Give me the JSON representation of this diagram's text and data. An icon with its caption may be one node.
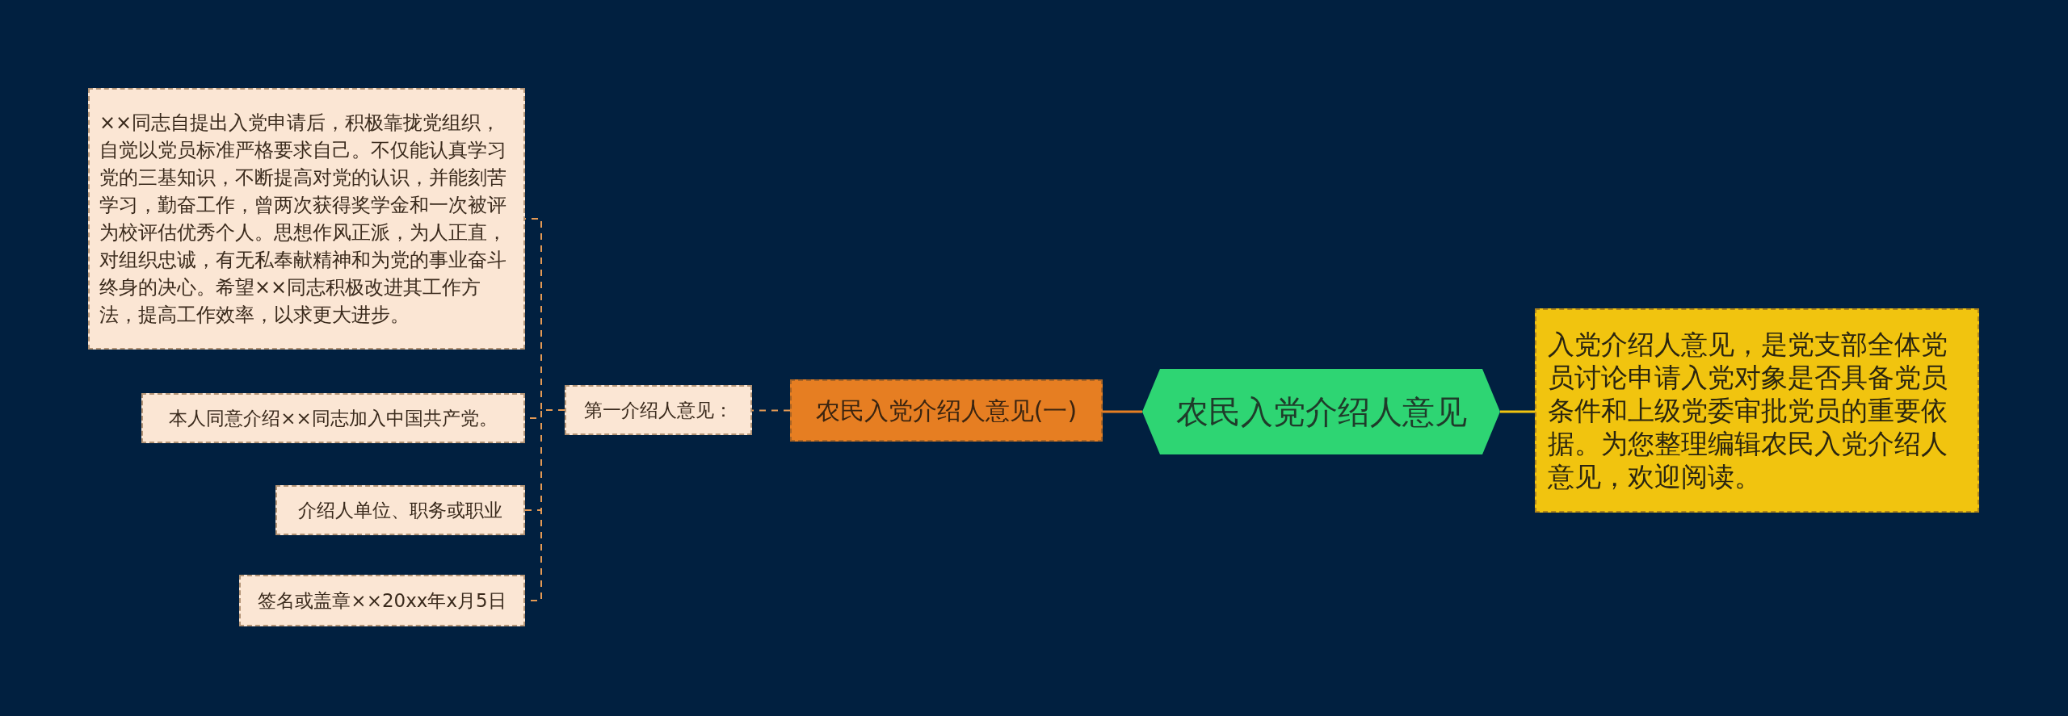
{
  "diagram": {
    "nodes": [
      {
        "text": [
          "农民入党介绍人意见"
        ]
      },
      {
        "text": [
          "农民入党介绍人意见(一)"
        ]
      },
      {
        "text": [
          "第一介绍人意见："
        ]
      },
      {
        "text": [
          "××同志自提出入党申请后，积极靠拢党组织，自觉以党员标准严格要求自己。不仅能认真学习党的三基知识，不断提高对党的认识，并能刻苦学习，勤奋工作，曾两次获得奖学金和一次被评为校评估优秀个人。思想作风正派，为人正直，对组织忠诚，有无私奉献精神和为党的事业奋斗终身的决心。希望××同志积极改进其工作方法，提高工作效率，以求更大进步。"
        ]
      },
      {
        "text": [
          "本人同意介绍××同志加入中国共产党。"
        ]
      },
      {
        "text": [
          "介绍人单位、职务或职业"
        ]
      },
      {
        "text": [
          "签名或盖章××20xx年x月5日"
        ]
      },
      {
        "text": [
          "入党介绍人意见，是党支部全体党员讨论申请入党对象是否具备党员条件和上级党委审批党员的重要依据。为您整理编辑农民入党介绍人意见，欢迎阅读。"
        ]
      }
    ],
    "edges": [
      {
        "from": 0,
        "to": 1,
        "arrow": "none",
        "color": "#e67e22"
      },
      {
        "from": 0,
        "to": 7,
        "arrow": "none",
        "color": "#f1c40f"
      },
      {
        "from": 1,
        "to": 2,
        "arrow": "none",
        "style": "dashed"
      },
      {
        "from": 2,
        "to": 3,
        "arrow": "none",
        "style": "dashed"
      },
      {
        "from": 2,
        "to": 4,
        "arrow": "none",
        "style": "dashed"
      },
      {
        "from": 2,
        "to": 5,
        "arrow": "none",
        "style": "dashed"
      },
      {
        "from": 2,
        "to": 6,
        "arrow": "none",
        "style": "dashed"
      }
    ]
  }
}
